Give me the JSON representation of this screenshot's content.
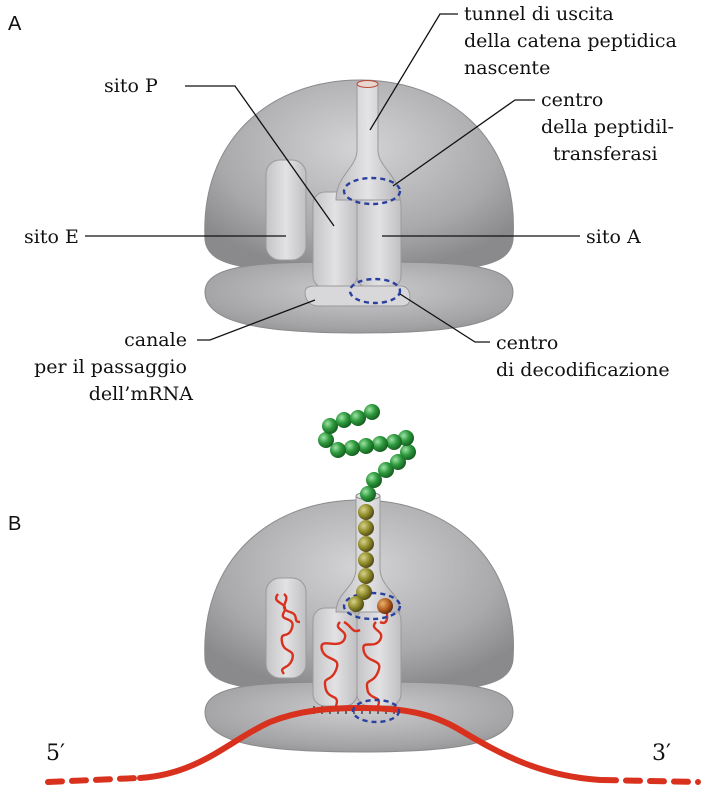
{
  "panel_a": {
    "letter": "A",
    "labels": {
      "tunnel": [
        "tunnel di uscita",
        "della catena peptidica",
        "nascente"
      ],
      "p_site": "sito  P",
      "ptc": [
        "centro",
        "della peptidil-",
        "transferasi"
      ],
      "e_site": "sito E",
      "a_site": "sito A",
      "mrna_channel": [
        "canale",
        "per il passaggio",
        "dell’mRNA"
      ],
      "decoding": [
        "centro",
        "di decodificazione"
      ]
    }
  },
  "panel_b": {
    "letter": "B",
    "mrna_5": "5′",
    "mrna_3": "3′"
  },
  "colors": {
    "ribosome_gray": "#a8a8aa",
    "ring_blue": "#2b3f9e",
    "mrna_red": "#d8321f",
    "peptide_green": "#2e9a3e",
    "peptide_olive": "#9a8a2a"
  }
}
